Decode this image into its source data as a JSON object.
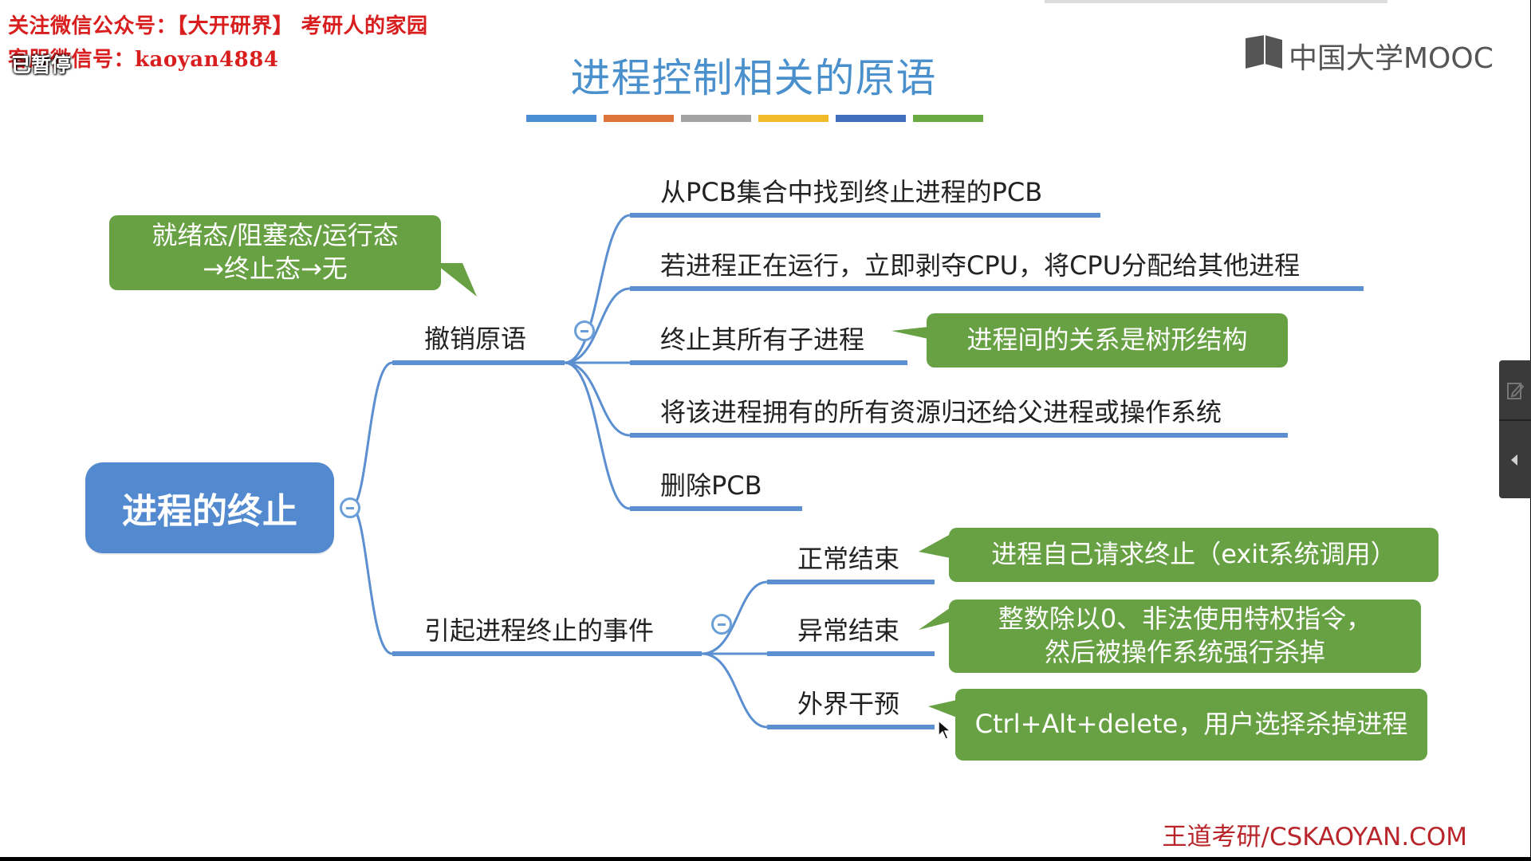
{
  "watermark": {
    "line1": "关注微信公众号：【大开研界】 考研人的家园",
    "line2": "客服微信号：kaoyan4884"
  },
  "player": {
    "paused_label": "已暂停",
    "side_icons": [
      "edit-icon",
      "chevron-left-icon"
    ]
  },
  "slide": {
    "title": "进程控制相关的原语",
    "color_bar": [
      "#4a8fd1",
      "#dd7439",
      "#a3a3a3",
      "#f1ba2b",
      "#3f6fbc",
      "#6aaa43"
    ],
    "logo_text": "中国大学MOOC",
    "footer": "王道考研/CSKAOYAN.COM",
    "accent_color": "#5289cf",
    "callout_color": "#68a144"
  },
  "mindmap": {
    "root": "进程的终止",
    "state_note_line1": "就绪态/阻塞态/运行态",
    "state_note_line2": "→终止态→无",
    "undo_primitive": {
      "label": "撤销原语",
      "steps": [
        "从PCB集合中找到终止进程的PCB",
        "若进程正在运行，立即剥夺CPU，将CPU分配给其他进程",
        "终止其所有子进程",
        "将该进程拥有的所有资源归还给父进程或操作系统",
        "删除PCB"
      ],
      "step3_note": "进程间的关系是树形结构"
    },
    "termination_events": {
      "label": "引起进程终止的事件",
      "events": [
        {
          "label": "正常结束",
          "note_line1": "进程自己请求终止（exit系统调用）",
          "note_line2": ""
        },
        {
          "label": "异常结束",
          "note_line1": "整数除以0、非法使用特权指令，",
          "note_line2": "然后被操作系统强行杀掉"
        },
        {
          "label": "外界干预",
          "note_line1": "Ctrl+Alt+delete，用户选择杀掉进程",
          "note_line2": ""
        }
      ]
    }
  }
}
